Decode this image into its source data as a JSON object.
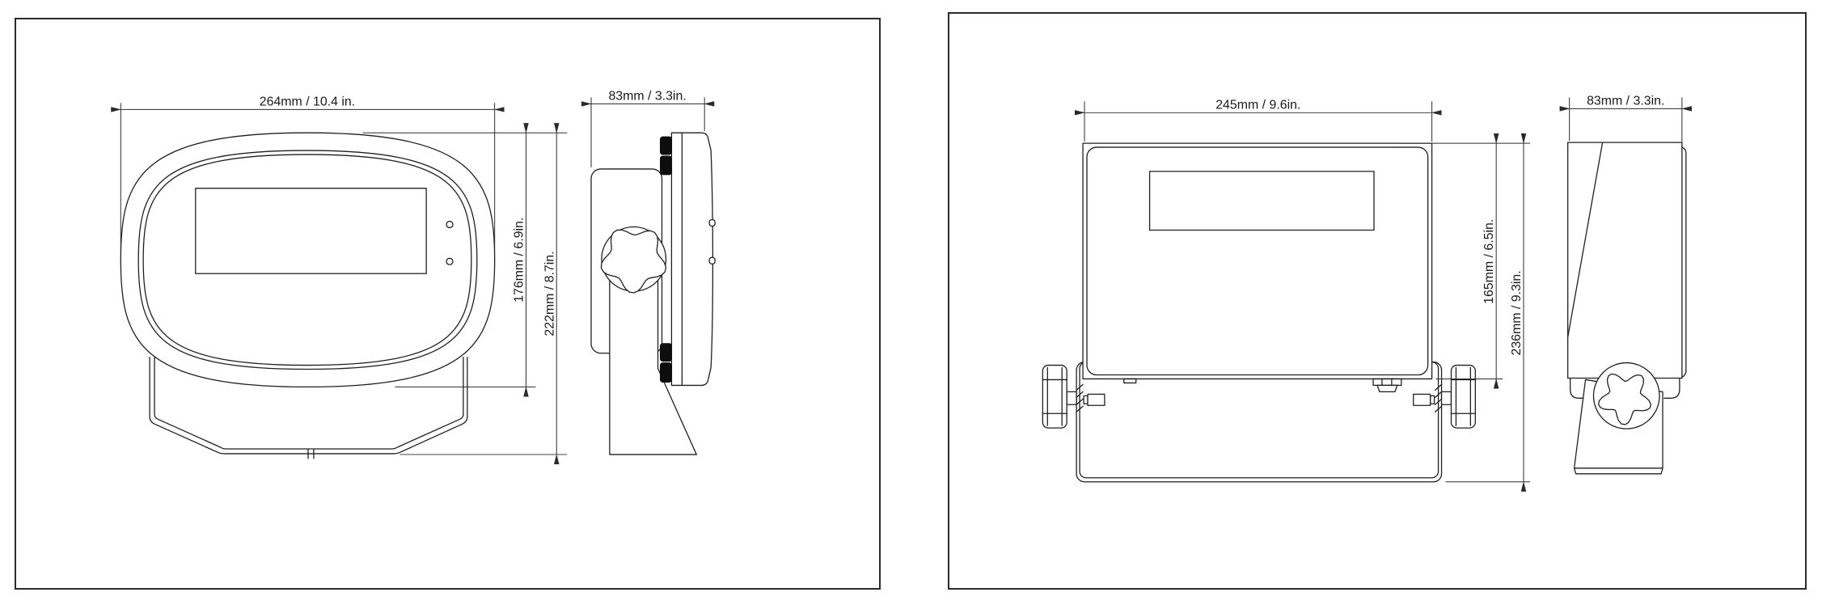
{
  "figure": {
    "background": "#ffffff",
    "line_color": "#1f1f1f",
    "panel_left": {
      "front_width_label": "264mm / 10.4 in.",
      "front_height_label": "176mm / 6.9in.",
      "overall_height_label": "222mm / 8.7in.",
      "depth_label": "83mm / 3.3in."
    },
    "panel_right": {
      "front_width_label": "245mm / 9.6in.",
      "front_height_label": "165mm / 6.5in.",
      "overall_height_label": "236mm / 9.3in.",
      "depth_label": "83mm / 3.3in."
    }
  }
}
